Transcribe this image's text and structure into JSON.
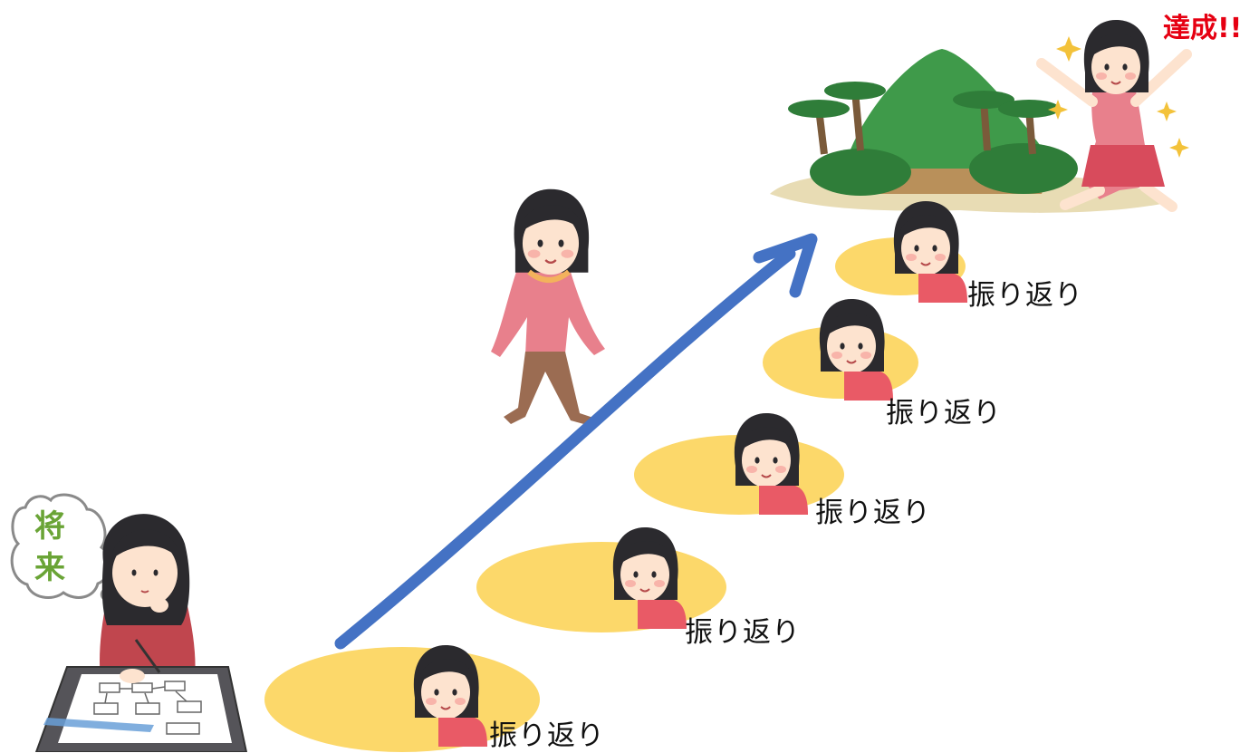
{
  "thought_bubble": {
    "text": "将来"
  },
  "achievement": {
    "label": "達成!!"
  },
  "steps": [
    {
      "label": "振り返り"
    },
    {
      "label": "振り返り"
    },
    {
      "label": "振り返り"
    },
    {
      "label": "振り返り"
    },
    {
      "label": "振り返り"
    }
  ],
  "colors": {
    "arrow": "#4472c4",
    "disc": "#fcd86a",
    "achievement_text": "#e60012",
    "bubble_text": "#6aa436"
  }
}
